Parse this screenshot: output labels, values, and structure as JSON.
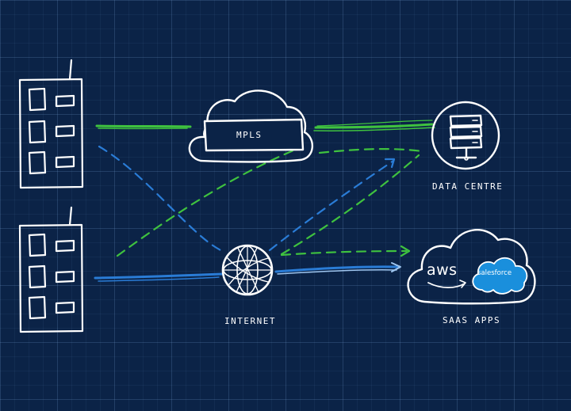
{
  "labels": {
    "mpls": "MPLS",
    "data_centre": "DATA CENTRE",
    "internet": "INTERNET",
    "saas_apps": "SAAS APPS",
    "aws": "aws",
    "salesforce": "salesforce"
  },
  "colors": {
    "background": "#0b2347",
    "stroke": "#ffffff",
    "mpls_path": "#3fc23f",
    "internet_path": "#2a7cd6",
    "salesforce": "#1a8fdc"
  }
}
